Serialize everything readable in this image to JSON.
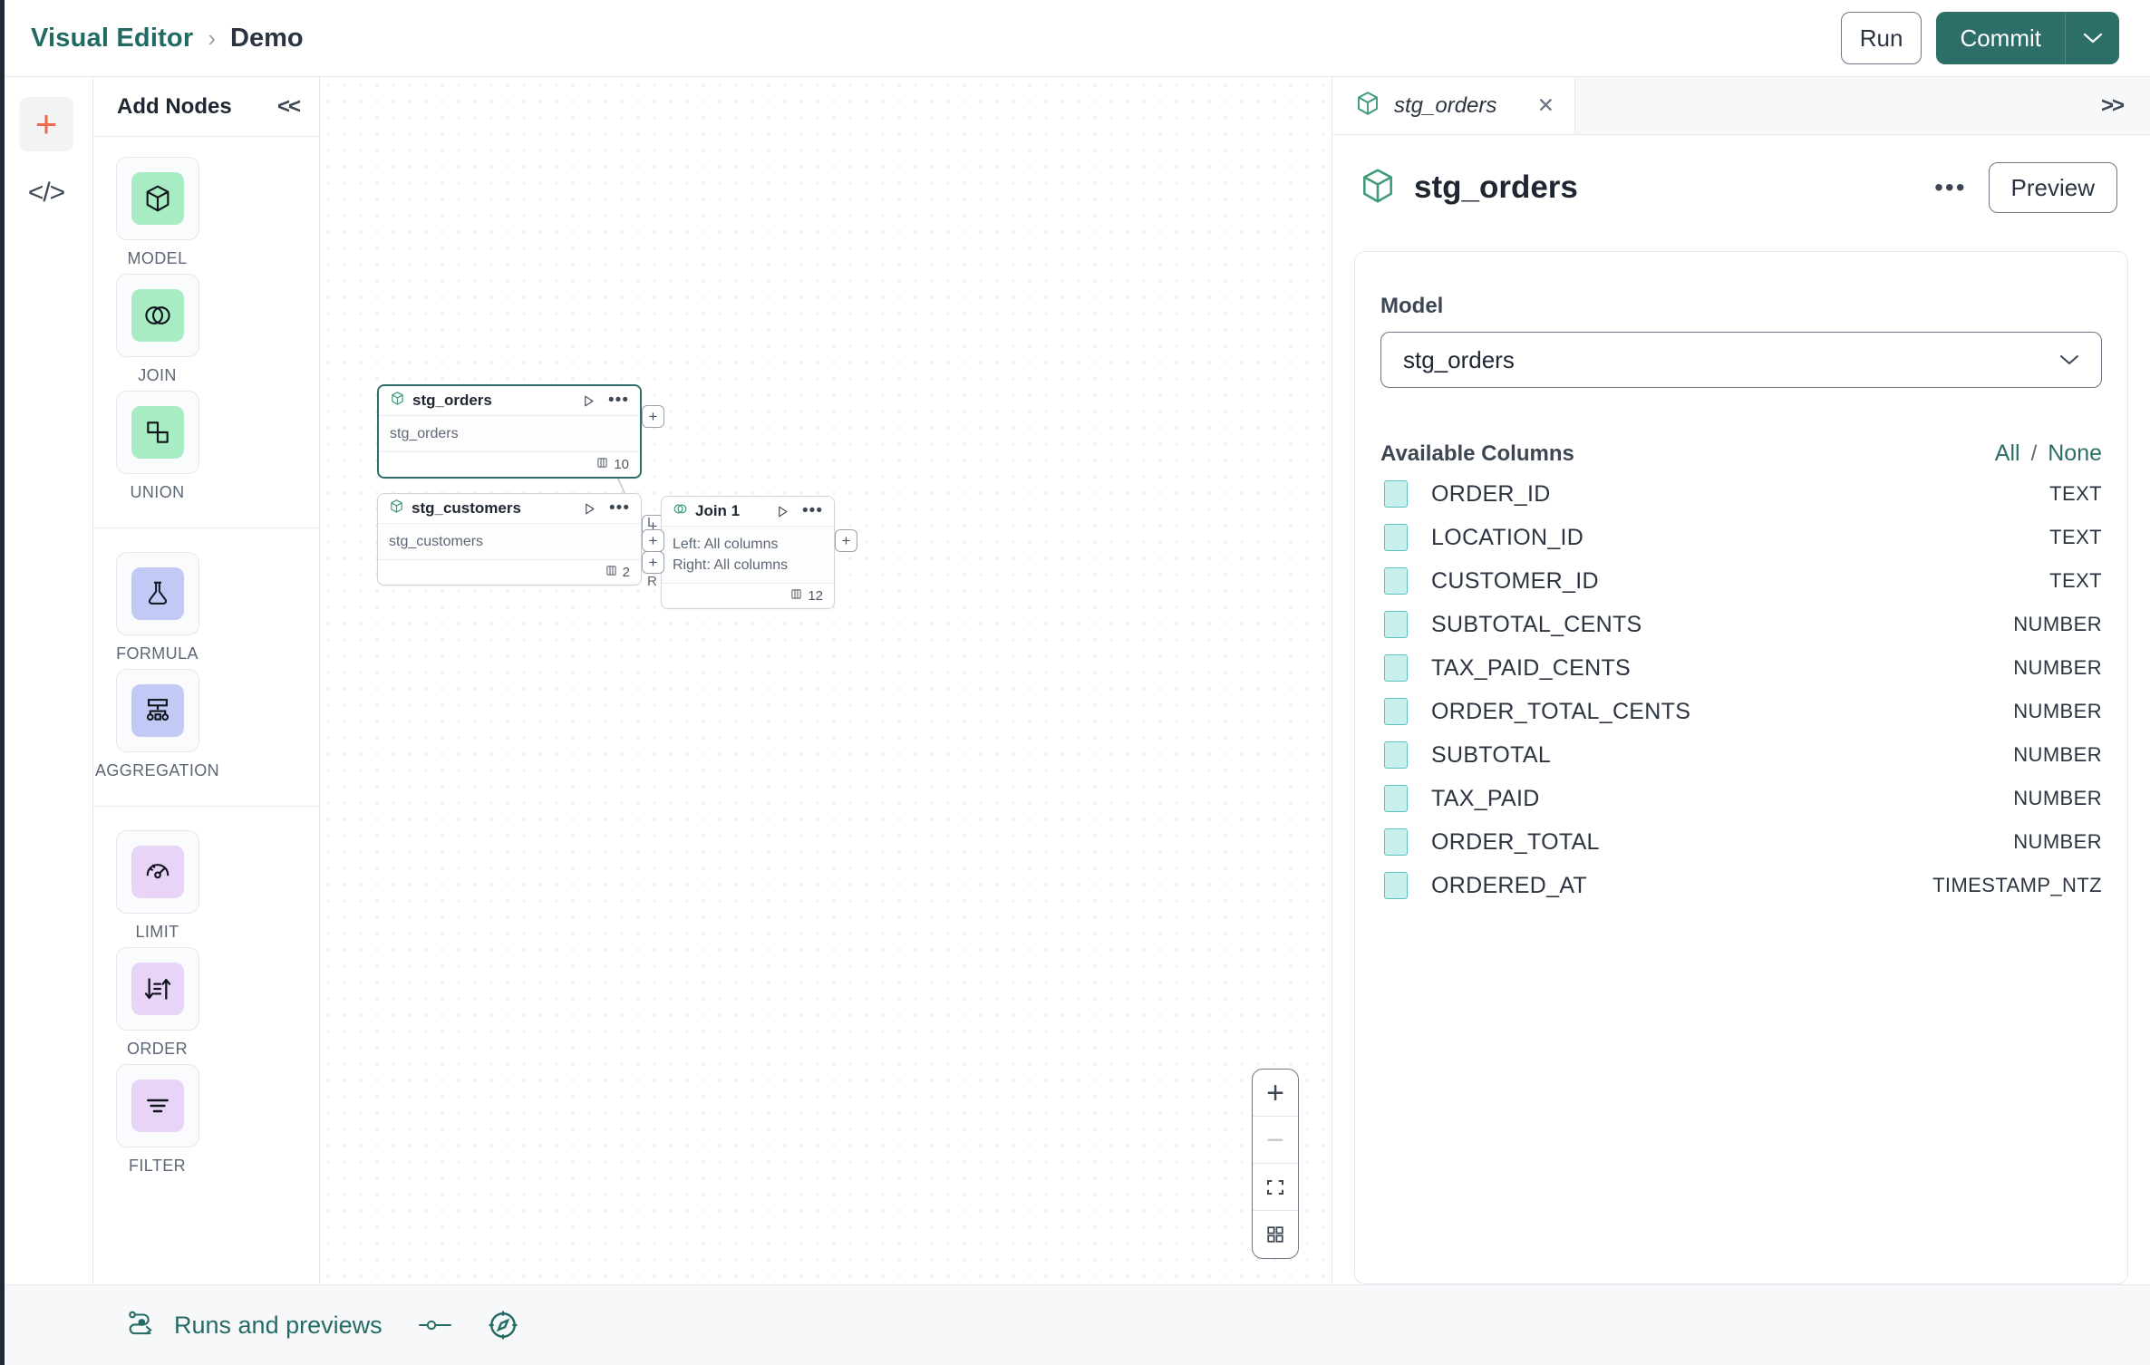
{
  "topbar": {
    "breadcrumb_root": "Visual Editor",
    "breadcrumb_sep": "›",
    "breadcrumb_leaf": "Demo",
    "run_label": "Run",
    "commit_label": "Commit",
    "accent_teal": "#2d6e68",
    "accent_orange": "#f2684a"
  },
  "rail": {
    "add_icon": "plus-icon",
    "code_icon": "code-brackets-icon",
    "code_label": "</>"
  },
  "add_nodes": {
    "title": "Add Nodes",
    "collapse_label": "<<",
    "groups": [
      {
        "items": [
          {
            "label": "MODEL",
            "icon": "cube-icon",
            "tone": "green"
          },
          {
            "label": "JOIN",
            "icon": "venn-icon",
            "tone": "green"
          },
          {
            "label": "UNION",
            "icon": "union-shapes-icon",
            "tone": "green"
          }
        ]
      },
      {
        "items": [
          {
            "label": "FORMULA",
            "icon": "flask-icon",
            "tone": "indigo"
          },
          {
            "label": "AGGREGATION",
            "icon": "hierarchy-icon",
            "tone": "indigo"
          }
        ]
      },
      {
        "items": [
          {
            "label": "LIMIT",
            "icon": "gauge-icon",
            "tone": "violet"
          },
          {
            "label": "ORDER",
            "icon": "sort-icon",
            "tone": "violet"
          },
          {
            "label": "FILTER",
            "icon": "filter-icon",
            "tone": "violet"
          }
        ]
      }
    ]
  },
  "canvas": {
    "nodes": [
      {
        "id": "stg_orders",
        "title": "stg_orders",
        "icon": "cube-icon",
        "body_lines": [
          "stg_orders"
        ],
        "column_count": "10",
        "selected": true
      },
      {
        "id": "stg_customers",
        "title": "stg_customers",
        "icon": "cube-icon",
        "body_lines": [
          "stg_customers"
        ],
        "column_count": "2",
        "selected": false
      },
      {
        "id": "join_1",
        "title": "Join 1",
        "icon": "venn-icon",
        "body_lines": [
          "Left: All columns",
          "Right: All columns"
        ],
        "column_count": "12",
        "selected": false
      }
    ],
    "handle_symbol": "+",
    "join_input_labels": {
      "left": "L",
      "right": "R"
    },
    "zoom_controls": {
      "zoom_in": "+",
      "zoom_out": "−",
      "fit_label": "fit-to-screen-icon",
      "grid_label": "grid-toggle-icon"
    }
  },
  "right_panel": {
    "tab_label": "stg_orders",
    "tab_close": "✕",
    "expand_label": ">>",
    "title": "stg_orders",
    "preview_label": "Preview",
    "menu_label": "•••",
    "model_field_label": "Model",
    "model_value": "stg_orders",
    "columns_title": "Available Columns",
    "select_all_label": "All",
    "select_separator": "/",
    "select_none_label": "None",
    "columns": [
      {
        "name": "ORDER_ID",
        "type": "TEXT",
        "checked": true
      },
      {
        "name": "LOCATION_ID",
        "type": "TEXT",
        "checked": true
      },
      {
        "name": "CUSTOMER_ID",
        "type": "TEXT",
        "checked": true
      },
      {
        "name": "SUBTOTAL_CENTS",
        "type": "NUMBER",
        "checked": true
      },
      {
        "name": "TAX_PAID_CENTS",
        "type": "NUMBER",
        "checked": true
      },
      {
        "name": "ORDER_TOTAL_CENTS",
        "type": "NUMBER",
        "checked": true
      },
      {
        "name": "SUBTOTAL",
        "type": "NUMBER",
        "checked": true
      },
      {
        "name": "TAX_PAID",
        "type": "NUMBER",
        "checked": true
      },
      {
        "name": "ORDER_TOTAL",
        "type": "NUMBER",
        "checked": true
      },
      {
        "name": "ORDERED_AT",
        "type": "TIMESTAMP_NTZ",
        "checked": true
      }
    ]
  },
  "bottombar": {
    "runs_label": "Runs and previews",
    "runs_icon": "pipeline-icon",
    "toggle_icon": "slider-toggle-icon",
    "compass_icon": "compass-icon"
  }
}
